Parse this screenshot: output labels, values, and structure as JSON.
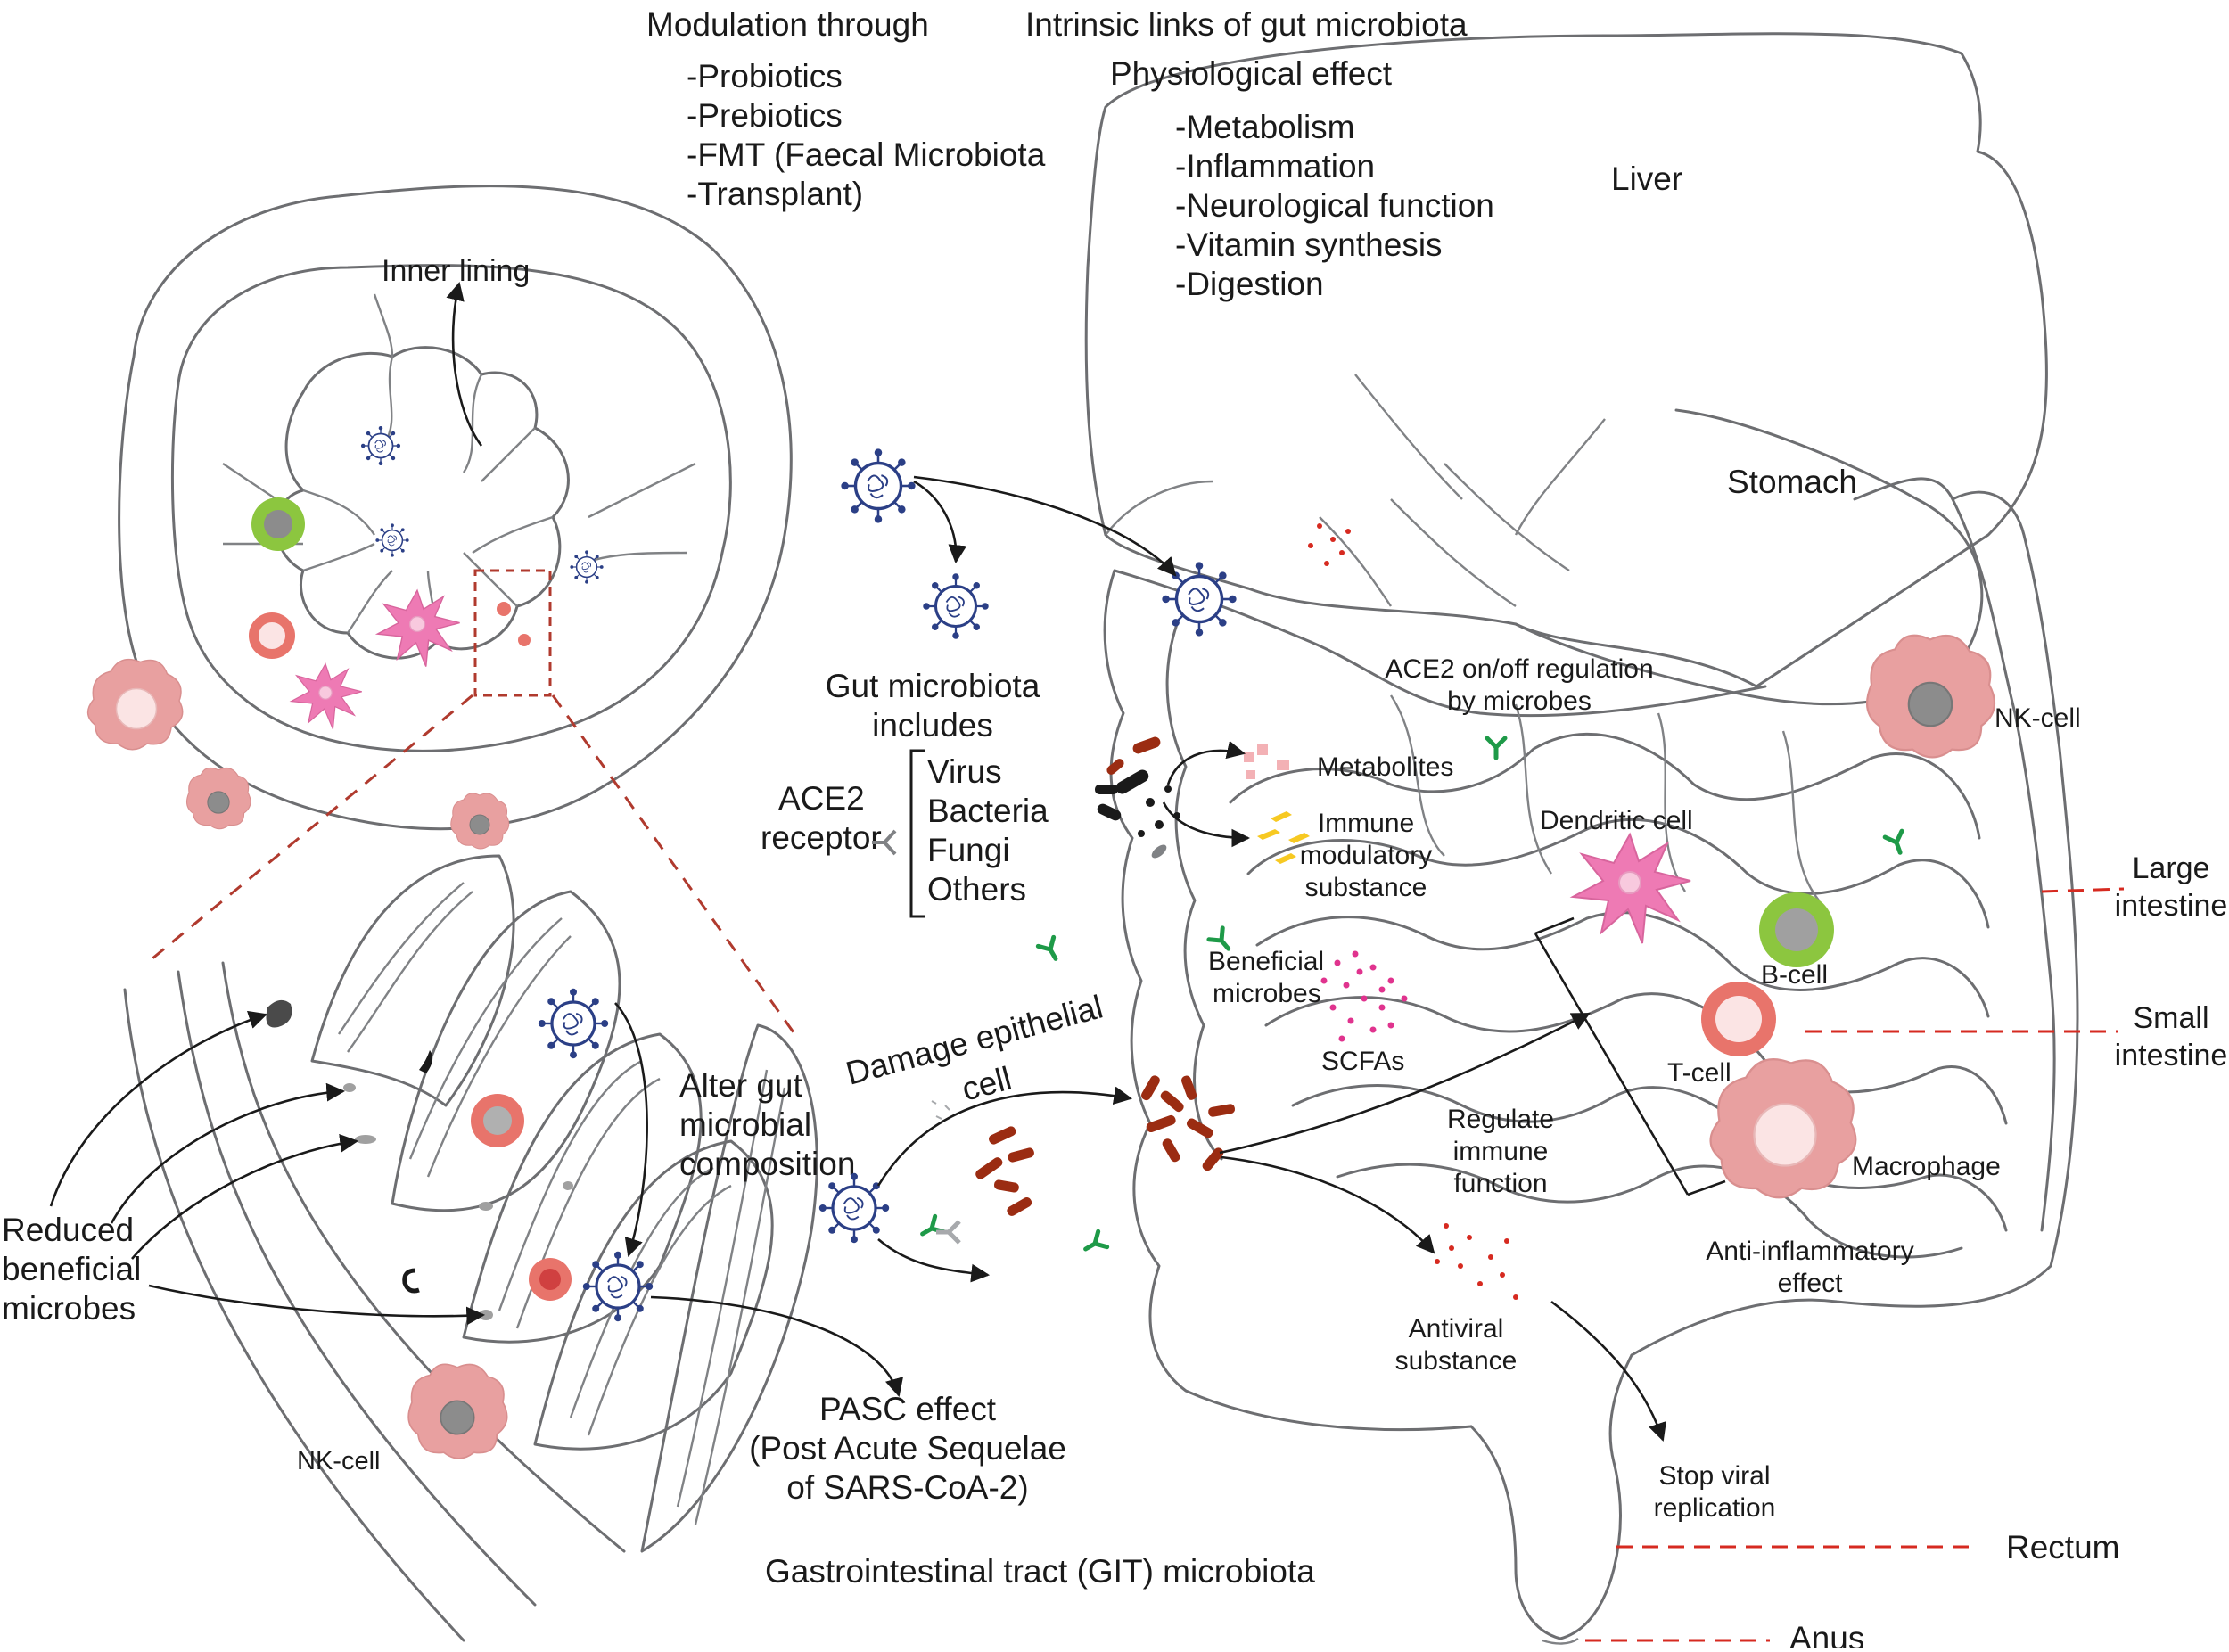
{
  "title": "Gastrointestinal tract (GIT) microbiota",
  "modulation": {
    "heading": "Modulation through",
    "items": [
      "-Probiotics",
      "-Prebiotics",
      "-FMT (Faecal Microbiota",
      "-Transplant)"
    ]
  },
  "intrinsic": {
    "heading": "Intrinsic links of gut microbiota",
    "subheading": "Physiological effect",
    "items": [
      "-Metabolism",
      "-Inflammation",
      "-Neurological function",
      "-Vitamin synthesis",
      "-Digestion"
    ]
  },
  "organs": {
    "liver": "Liver",
    "stomach": "Stomach",
    "large_intestine": [
      "Large",
      "intestine"
    ],
    "small_intestine": [
      "Small",
      "intestine"
    ],
    "rectum": "Rectum",
    "anus": "Anus"
  },
  "cross_section": {
    "inner_lining": "Inner lining",
    "nk_cell": "NK-cell",
    "reduced": [
      "Reduced",
      "beneficial",
      "microbes"
    ],
    "alter": [
      "Alter gut",
      "microbial",
      "composition"
    ],
    "pasc": [
      "PASC effect",
      "(Post Acute Sequelae",
      "of SARS-CoA-2)"
    ]
  },
  "microbiota": {
    "heading": [
      "Gut microbiota",
      "includes"
    ],
    "items": [
      "Virus",
      "Bacteria",
      "Fungi",
      "Others"
    ],
    "ace2": [
      "ACE2",
      "receptor"
    ]
  },
  "labels": {
    "ace2_regulation": [
      "ACE2 on/off regulation",
      "by microbes"
    ],
    "metabolites": "Metabolites",
    "immune_modulatory": [
      "Immune",
      "modulatory",
      "substance"
    ],
    "beneficial_microbes": [
      "Beneficial",
      "microbes"
    ],
    "scfas": "SCFAs",
    "damage": [
      "Damage epithelial",
      "cell"
    ],
    "regulate": [
      "Regulate",
      "immune",
      "function"
    ],
    "antiviral": [
      "Antiviral",
      "substance"
    ],
    "stop_viral": [
      "Stop viral",
      "replication"
    ],
    "anti_inflammatory": [
      "Anti-inflammatory",
      "effect"
    ],
    "dendritic": "Dendritic cell",
    "nk_cell": "NK-cell",
    "b_cell": "B-cell",
    "t_cell": "T-cell",
    "macrophage": "Macrophage"
  },
  "colors": {
    "virus": "#2b3f86",
    "bacteria_red": "#9b2c12",
    "dashed_leader": "#d62a20",
    "b_cell_green": "#8cc63f",
    "t_cell_red": "#e8746b",
    "macrophage_pink": "#e8a0a0",
    "dendritic_pink": "#ee7ab4",
    "receptor_green": "#1e9a48",
    "metabolite_pink": "#f3b1b5",
    "immune_yellow": "#f7c922",
    "scfa_magenta": "#e0338e"
  }
}
